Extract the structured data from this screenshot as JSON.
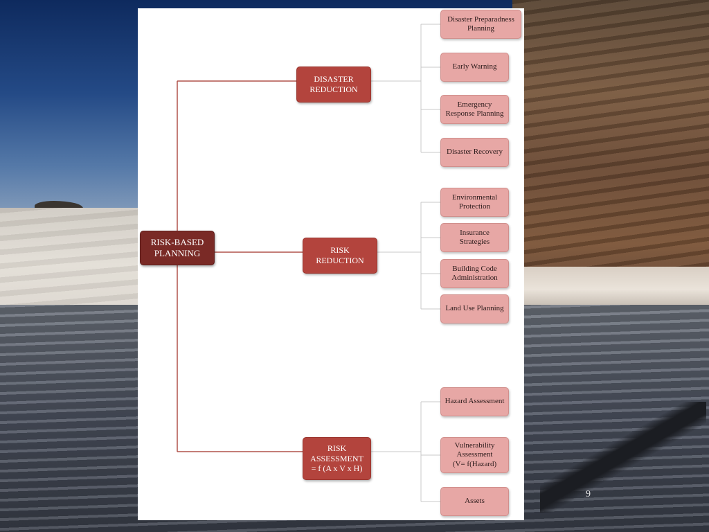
{
  "diagram": {
    "root": {
      "label": "RISK-BASED\nPLANNING"
    },
    "branches": [
      {
        "label": "DISASTER\nREDUCTION",
        "children": [
          "Disaster Preparadness\nPlanning",
          "Early Warning",
          "Emergency\nResponse Planning",
          "Disaster Recovery"
        ]
      },
      {
        "label": "RISK\nREDUCTION",
        "children": [
          "Environmental\nProtection",
          "Insurance\nStrategies",
          "Building Code\nAdministration",
          "Land Use Planning"
        ]
      },
      {
        "label": "RISK\nASSESSMENT\n= f (A x V x H)",
        "children": [
          "Hazard Assessment",
          "Vulnerability\nAssessment\n(V= f(Hazard)",
          "Assets"
        ]
      }
    ]
  },
  "slide": {
    "page_number": "9"
  },
  "colors": {
    "root_fill": "#7a2a26",
    "branch_fill": "#b3443d",
    "leaf_fill": "#e7a7a5",
    "root_connector": "#b0524a",
    "leaf_connector": "#c9c9c9"
  }
}
